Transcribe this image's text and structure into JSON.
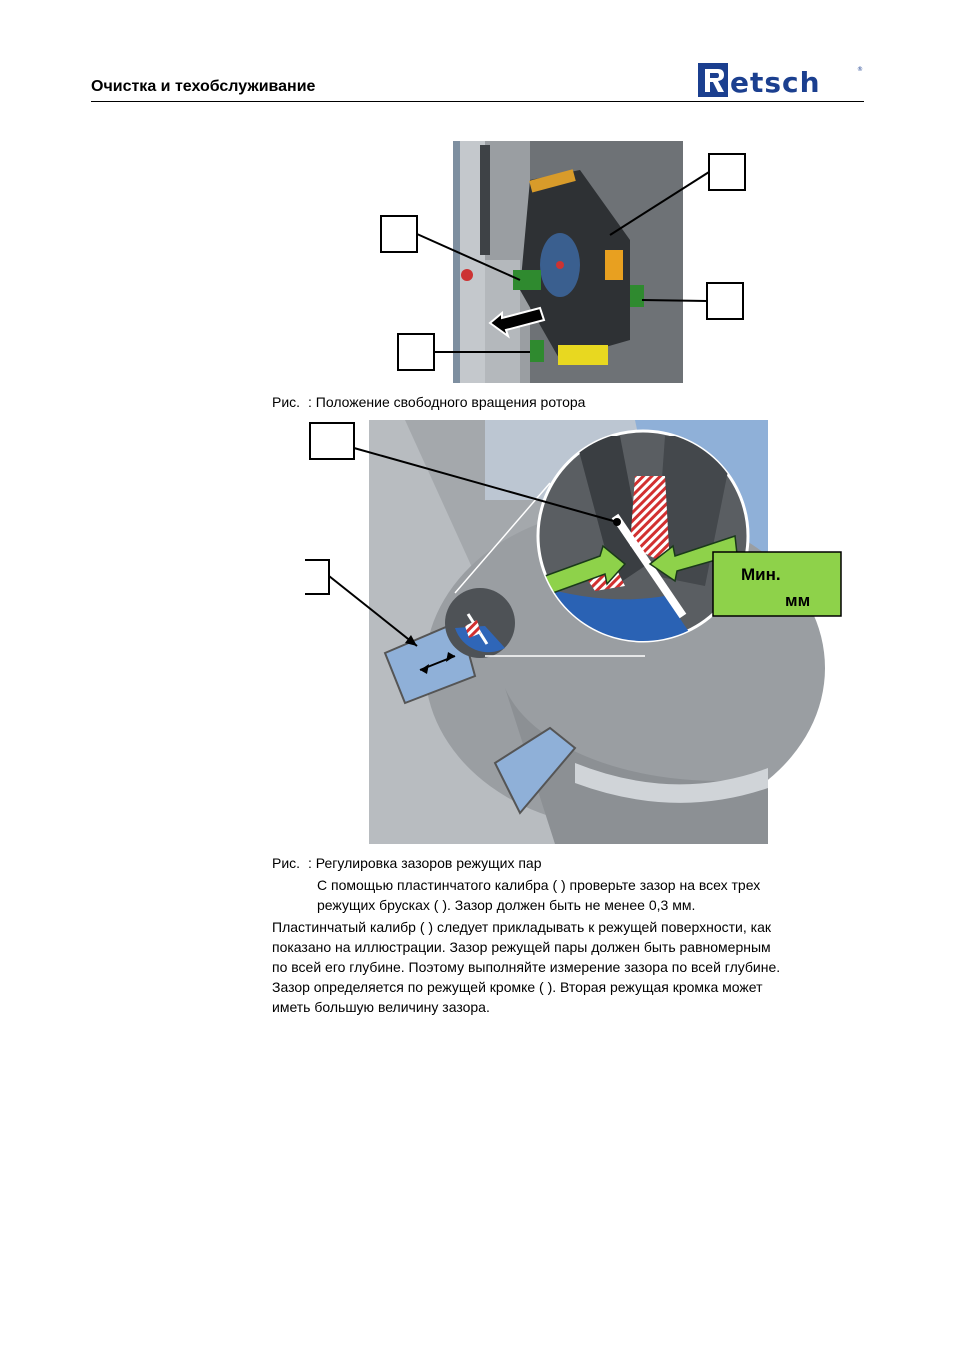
{
  "header": {
    "section_title": "Очистка и техобслуживание",
    "brand": "Retsch"
  },
  "figure1": {
    "caption_prefix": "Рис.",
    "caption_text": ": Положение свободного вращения ротора"
  },
  "figure2": {
    "caption_prefix": "Рис.",
    "caption_text": ": Регулировка зазоров режущих пар",
    "min_label_line1": "Мин.",
    "min_label_line2": "мм"
  },
  "body": {
    "p1_line1": "С помощью пластинчатого калибра (     ) проверьте зазор на всех трех",
    "p1_line2": "режущих брусках (     ). Зазор должен быть не менее 0,3 мм.",
    "p2_line1": "Пластинчатый калибр (     ) следует прикладывать к режущей поверхности, как",
    "p2_line2": "показано на иллюстрации. Зазор режущей пары должен быть равномерным",
    "p2_line3": "по всей его глубине. Поэтому выполняйте измерение зазора по всей глубине.",
    "p3_line1": "Зазор определяется по режущей кромке (       ). Вторая режущая кромка может",
    "p3_line2": "иметь большую величину зазора."
  }
}
